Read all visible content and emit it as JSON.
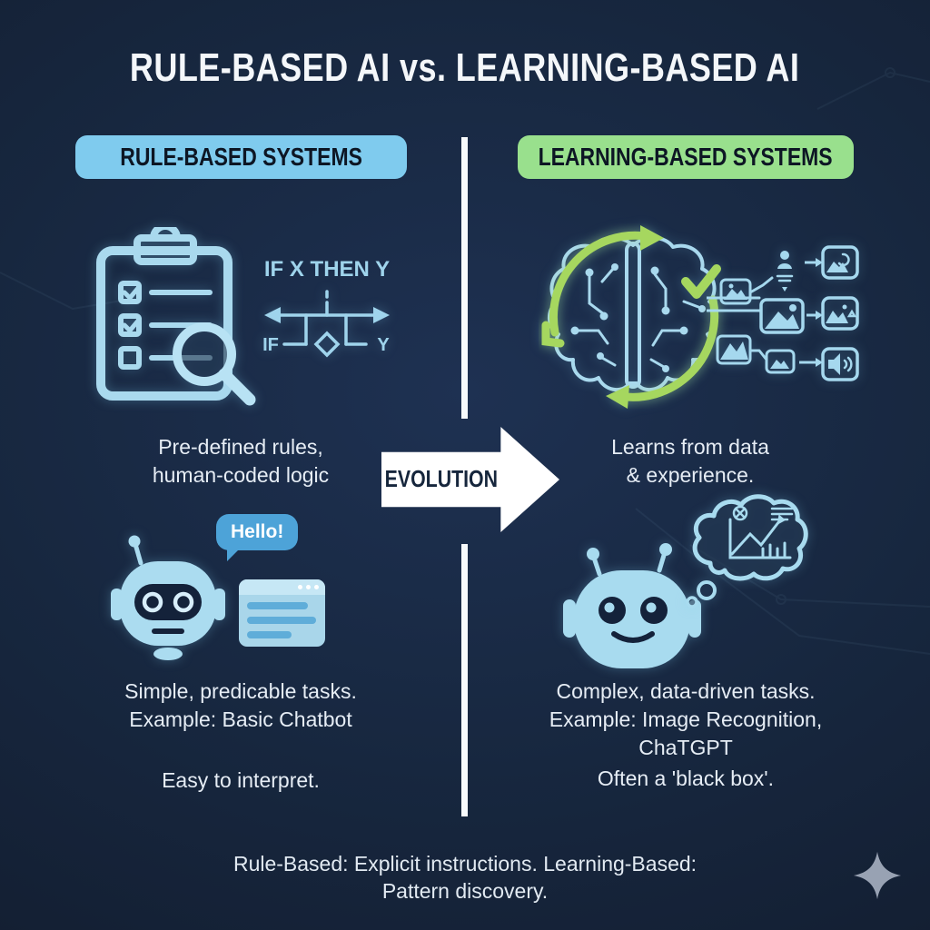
{
  "title": "RULE-BASED AI vs. LEARNING-BASED AI",
  "left_column": {
    "header": "RULE-BASED SYSTEMS",
    "rule_label": "IF X THEN Y",
    "flow_if_label": "IF",
    "flow_y_label": "Y",
    "description_line1": "Pre-defined rules,",
    "description_line2": "human-coded logic",
    "speech_bubble": "Hello!",
    "tasks_line1": "Simple, predicable tasks.",
    "tasks_line2": "Example: Basic Chatbot",
    "note": "Easy to interpret."
  },
  "right_column": {
    "header": "LEARNING-BASED SYSTEMS",
    "description_line1": "Learns from data",
    "description_line2": "& experience.",
    "tasks_line1": "Complex, data-driven tasks.",
    "tasks_line2": "Example: Image Recognition,",
    "tasks_line3": "ChaTGPT",
    "note": "Often a 'black box'."
  },
  "center": {
    "evolution_label": "EVOLUTION"
  },
  "footer": {
    "line1": "Rule-Based: Explicit instructions. Learning-Based:",
    "line2": "Pattern discovery."
  },
  "colors": {
    "background": "#17273F",
    "header_blue": "#7FCBEE",
    "header_green": "#99E08D",
    "icon_blue": "#A9D9EE",
    "accent_green": "#A6D75F",
    "bubble_blue": "#4DA3D8",
    "text_white": "#E9EFF6",
    "dark_navy": "#14223A"
  },
  "icons": [
    "clipboard-checklist-icon",
    "magnifier-icon",
    "if-then-flowchart-icon",
    "brain-circuit-icon",
    "cycle-arrows-icon",
    "check-icon",
    "image-input-icon",
    "media-output-flow-icon",
    "audio-output-icon",
    "chatbot-robot-icon",
    "speech-bubble",
    "chat-window-icon",
    "learning-robot-icon",
    "thought-bubble-chart-icon",
    "evolution-arrow",
    "sparkle-icon"
  ]
}
